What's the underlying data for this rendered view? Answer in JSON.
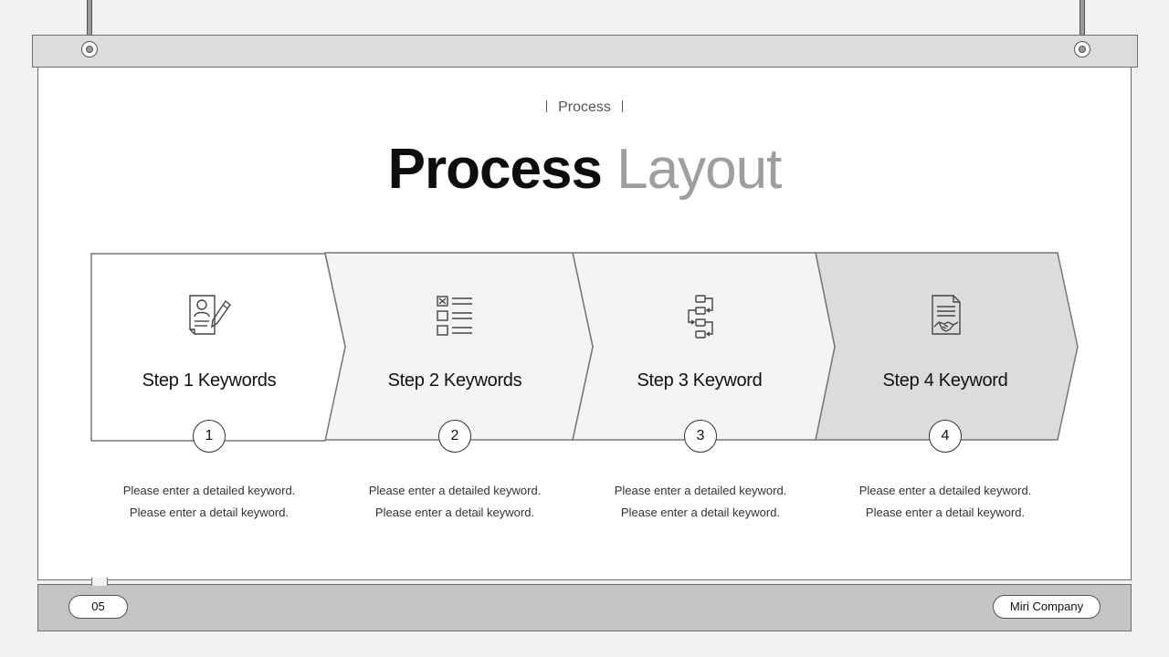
{
  "header": {
    "eyebrow": "Process",
    "title_dark": "Process",
    "title_light": "Layout"
  },
  "steps": [
    {
      "label": "Step 1 Keywords",
      "number": "1",
      "icon": "profile-document-pencil-icon",
      "fill": "#ffffff",
      "desc1": "Please enter a detailed keyword.",
      "desc2": "Please enter a detail keyword."
    },
    {
      "label": "Step 2 Keywords",
      "number": "2",
      "icon": "checklist-icon",
      "fill": "#f4f4f4",
      "desc1": "Please enter a detailed keyword.",
      "desc2": "Please enter a detail keyword."
    },
    {
      "label": "Step 3 Keyword",
      "number": "3",
      "icon": "flow-structure-icon",
      "fill": "#f4f4f4",
      "desc1": "Please enter a detailed keyword.",
      "desc2": "Please enter a detail keyword."
    },
    {
      "label": "Step 4 Keyword",
      "number": "4",
      "icon": "contract-handshake-icon",
      "fill": "#dcdcdc",
      "desc1": "Please enter a detailed keyword.",
      "desc2": "Please enter a detail keyword."
    }
  ],
  "footer": {
    "page_number": "05",
    "company": "Miri Company"
  }
}
